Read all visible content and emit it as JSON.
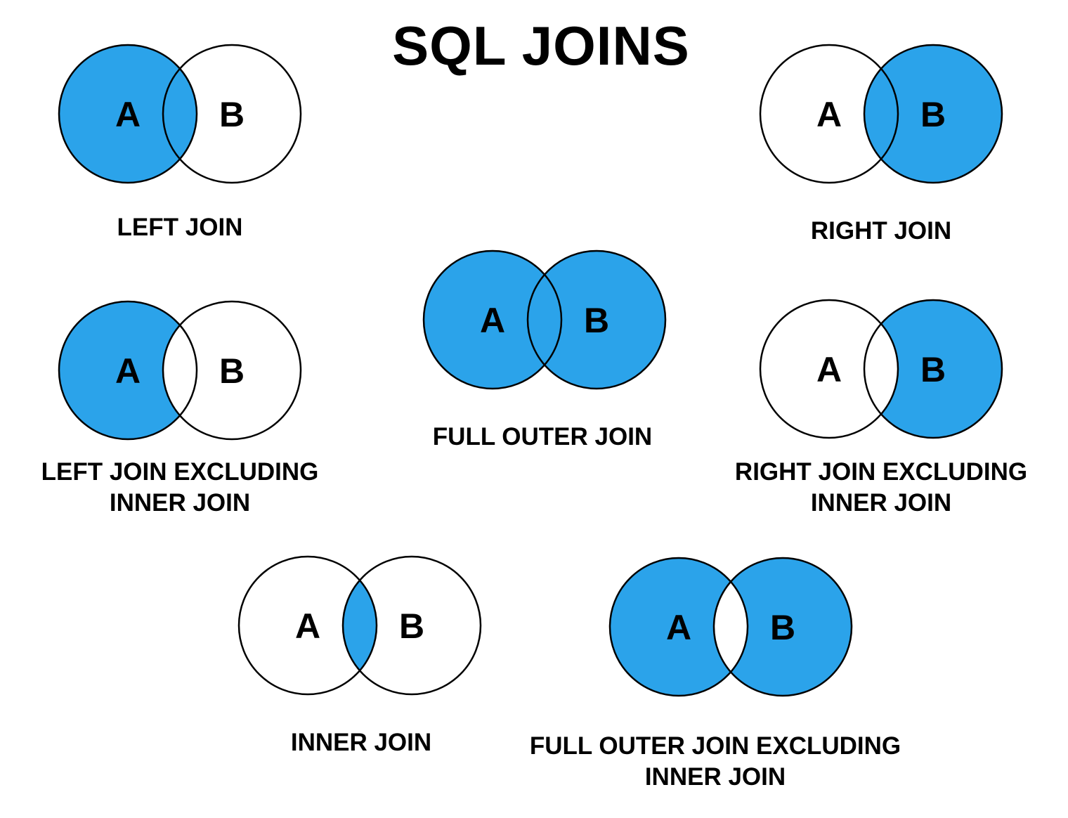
{
  "title": "SQL JOINS",
  "colors": {
    "highlight_fill": "#2BA3EA",
    "empty_fill": "#FFFFFF",
    "outline": "#000000",
    "text": "#000000",
    "background": "#FFFFFF"
  },
  "diagrams": [
    {
      "id": "left-join",
      "mode": "left",
      "set_a": "A",
      "set_b": "B",
      "label_lines": [
        "LEFT JOIN"
      ]
    },
    {
      "id": "right-join",
      "mode": "right",
      "set_a": "A",
      "set_b": "B",
      "label_lines": [
        "RIGHT JOIN"
      ]
    },
    {
      "id": "full-outer-join",
      "mode": "full",
      "set_a": "A",
      "set_b": "B",
      "label_lines": [
        "FULL OUTER JOIN"
      ]
    },
    {
      "id": "left-join-excluding-inner-join",
      "mode": "left-excluding",
      "set_a": "A",
      "set_b": "B",
      "label_lines": [
        "LEFT JOIN EXCLUDING",
        "INNER JOIN"
      ]
    },
    {
      "id": "right-join-excluding-inner-join",
      "mode": "right-excluding",
      "set_a": "A",
      "set_b": "B",
      "label_lines": [
        "RIGHT JOIN EXCLUDING",
        "INNER JOIN"
      ]
    },
    {
      "id": "inner-join",
      "mode": "inner",
      "set_a": "A",
      "set_b": "B",
      "label_lines": [
        "INNER JOIN"
      ]
    },
    {
      "id": "full-outer-join-excluding-inner-join",
      "mode": "full-excluding",
      "set_a": "A",
      "set_b": "B",
      "label_lines": [
        "FULL OUTER JOIN EXCLUDING",
        "INNER JOIN"
      ]
    }
  ]
}
